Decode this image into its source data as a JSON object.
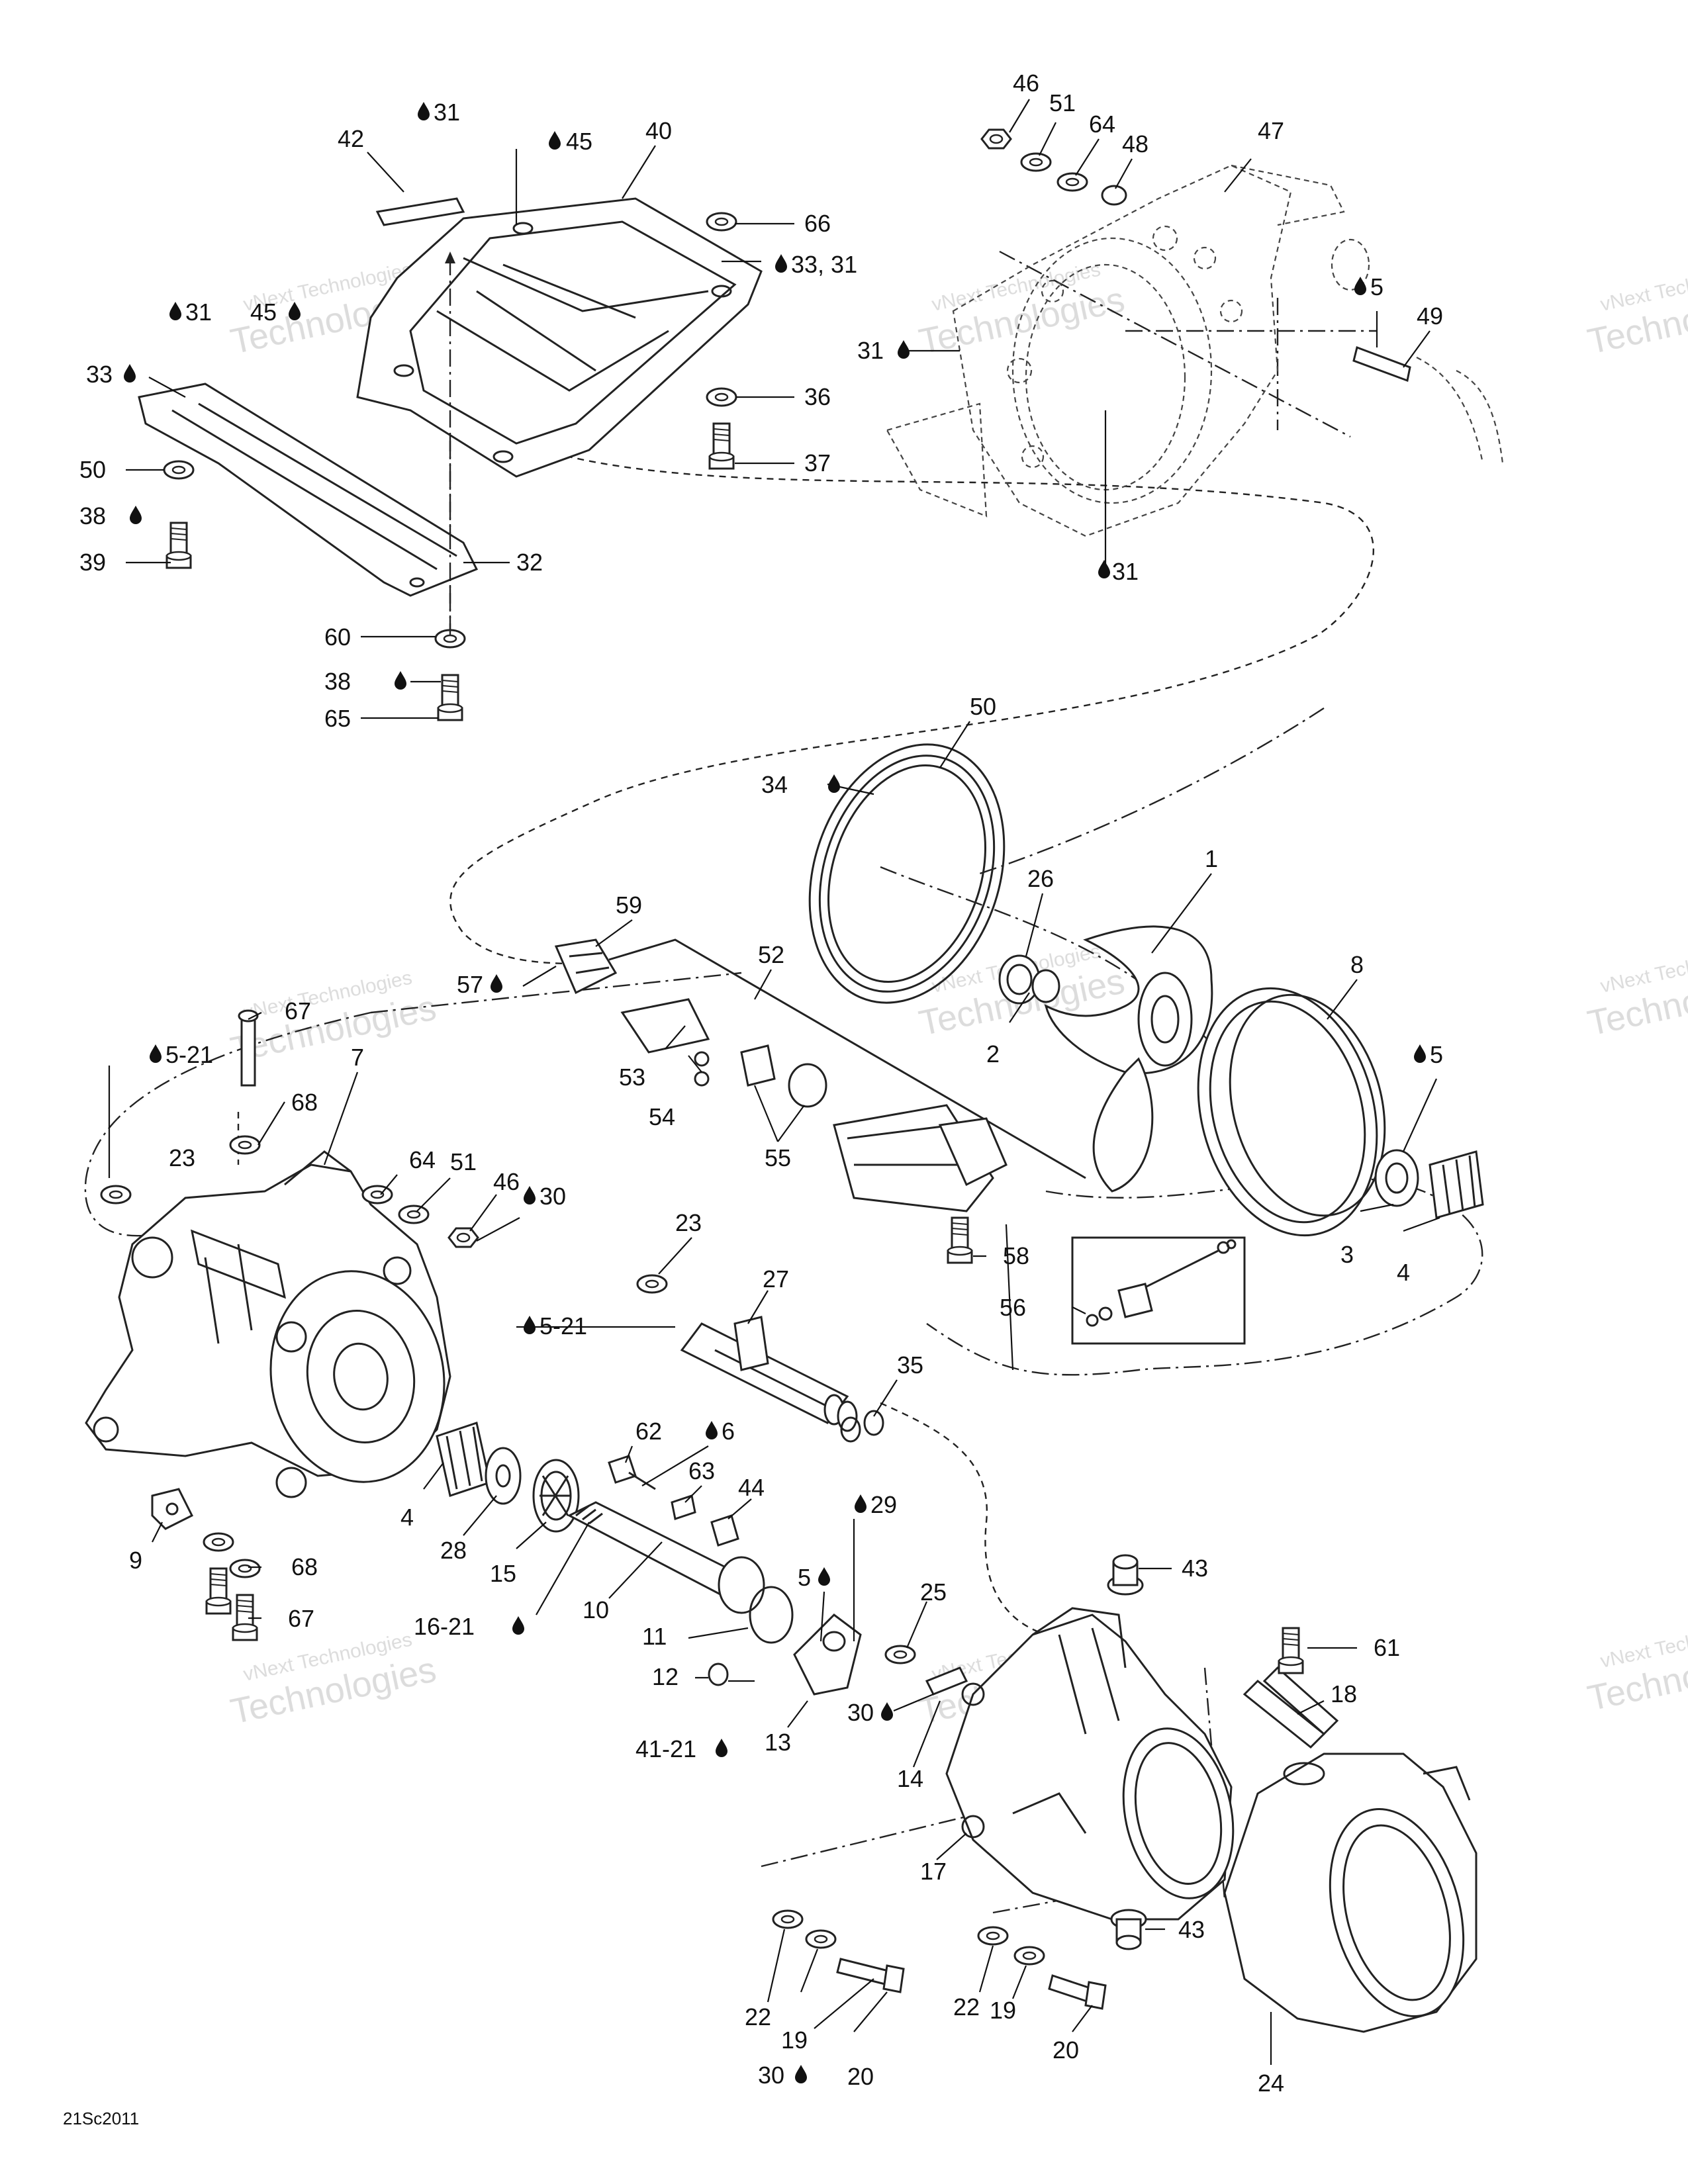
{
  "diagram_id": "21Sc2011",
  "watermark": {
    "line1": "vNext Technologies",
    "line2": "Technologies"
  },
  "labels": {
    "l42": "42",
    "l31a": "31",
    "l45": "45",
    "l40": "40",
    "l66": "66",
    "l33_31": "33, 31",
    "l31b": "31",
    "l45b": "45",
    "l33": "33",
    "l36": "36",
    "l37": "37",
    "l50a": "50",
    "l38a": "38",
    "l39": "39",
    "l32": "32",
    "l60": "60",
    "l38b": "38",
    "l65": "65",
    "l46a": "46",
    "l51a": "51",
    "l64a": "64",
    "l48": "48",
    "l47": "47",
    "l5a": "5",
    "l49": "49",
    "l31c": "31",
    "l31d": "31",
    "l50b": "50",
    "l34": "34",
    "l59": "59",
    "l26": "26",
    "l1": "1",
    "l8": "8",
    "l52": "52",
    "l57": "57",
    "l2": "2",
    "l67a": "67",
    "l5_21a": "5-21",
    "l68a": "68",
    "l7": "7",
    "l53": "53",
    "l54": "54",
    "l55": "55",
    "l5b": "5",
    "l64b": "64",
    "l51b": "51",
    "l23a": "23",
    "l46b": "46",
    "l30a": "30",
    "l58": "58",
    "l3": "3",
    "l4a": "4",
    "l23b": "23",
    "l27": "27",
    "l56": "56",
    "l5_21b": "5-21",
    "l35": "35",
    "l62": "62",
    "l6": "6",
    "l63": "63",
    "l44": "44",
    "l29": "29",
    "l4b": "4",
    "l28": "28",
    "l15": "15",
    "l9": "9",
    "l68b": "68",
    "l67b": "67",
    "l10": "10",
    "l16_21": "16-21",
    "l5c": "5",
    "l25": "25",
    "l43a": "43",
    "l61": "61",
    "l11": "11",
    "l12": "12",
    "l13": "13",
    "l30b": "30",
    "l41_21": "41-21",
    "l14": "14",
    "l18": "18",
    "l17": "17",
    "l43b": "43",
    "l22a": "22",
    "l19a": "19",
    "l20a": "20",
    "l30c": "30",
    "l22b": "22",
    "l19b": "19",
    "l20b": "20",
    "l24": "24"
  }
}
